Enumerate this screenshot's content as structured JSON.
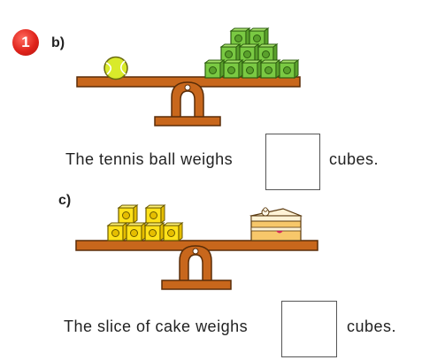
{
  "question_number": "1",
  "part_b": {
    "label": "b)",
    "sentence_start": "The tennis ball weighs",
    "sentence_end": "cubes.",
    "left_item_icon": "tennis-ball-icon",
    "right_item_icon": "green-cubes-icon",
    "cube_color": "#7ac943"
  },
  "part_c": {
    "label": "c)",
    "sentence_start": "The slice of cake weighs",
    "sentence_end": "cubes.",
    "left_item_icon": "yellow-cubes-icon",
    "right_item_icon": "cake-slice-icon",
    "cube_color": "#ffe11a"
  },
  "colors": {
    "badge": "#e0231b",
    "beam": "#c8671c",
    "beam_outline": "#5a2d08"
  }
}
